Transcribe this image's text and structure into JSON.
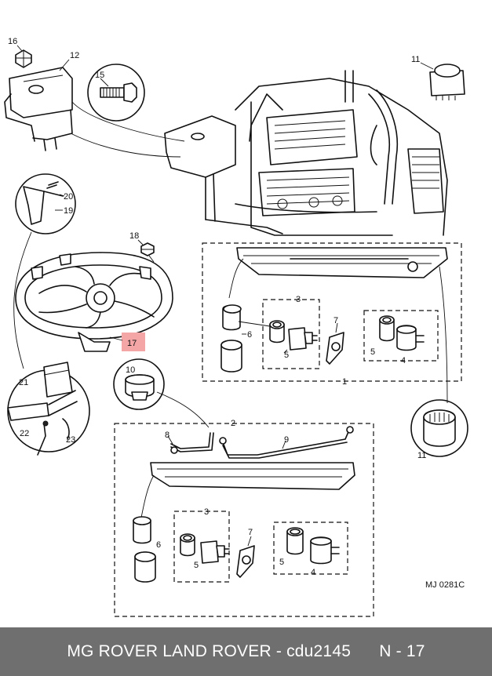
{
  "diagram": {
    "ref_code": "MJ 0281C",
    "callouts": {
      "c1a": "1",
      "c2": "2",
      "c3a": "3",
      "c3b": "3",
      "c4a": "4",
      "c4b": "4",
      "c5a": "5",
      "c5b": "5",
      "c5c": "5",
      "c5d": "5",
      "c6a": "6",
      "c6b": "6",
      "c7a": "7",
      "c7b": "7",
      "c8": "8",
      "c9": "9",
      "c10": "10",
      "c11a": "11",
      "c11b": "11",
      "c12": "12",
      "c15": "15",
      "c16": "16",
      "c17": "17",
      "c18": "18",
      "c19": "19",
      "c20": "20",
      "c21": "21",
      "c22": "22",
      "c23": "23"
    },
    "highlight_color": "#f4a6a6"
  },
  "footer": {
    "text": "MG ROVER LAND ROVER - cdu2145      N - 17",
    "background": "#6f6f6f"
  }
}
